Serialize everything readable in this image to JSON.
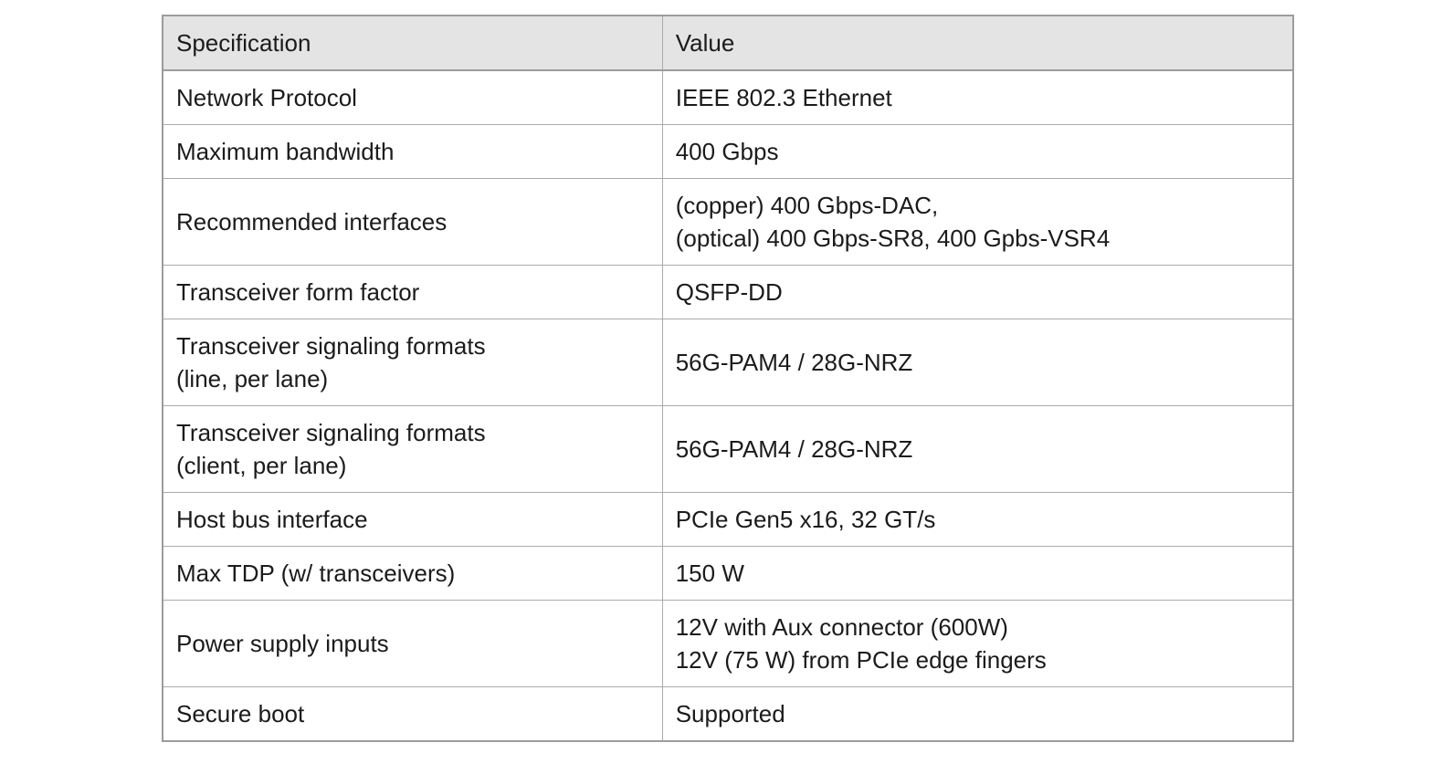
{
  "page": {
    "background_color": "#ffffff",
    "text_color": "#1b1b1b",
    "header_bg_color": "#e4e4e4",
    "border_color": "#9c9c9c"
  },
  "table": {
    "header": {
      "spec": "Specification",
      "value": "Value"
    },
    "rows": [
      {
        "spec": [
          "Network Protocol"
        ],
        "value": [
          "IEEE 802.3 Ethernet"
        ]
      },
      {
        "spec": [
          "Maximum bandwidth"
        ],
        "value": [
          "400 Gbps"
        ]
      },
      {
        "spec": [
          "Recommended interfaces"
        ],
        "value": [
          "(copper) 400 Gbps-DAC,",
          "(optical) 400 Gbps-SR8, 400 Gpbs-VSR4"
        ]
      },
      {
        "spec": [
          "Transceiver form factor"
        ],
        "value": [
          "QSFP-DD"
        ]
      },
      {
        "spec": [
          "Transceiver signaling formats",
          "(line, per lane)"
        ],
        "value": [
          "56G-PAM4 / 28G-NRZ"
        ]
      },
      {
        "spec": [
          "Transceiver signaling formats",
          "(client, per lane)"
        ],
        "value": [
          "56G-PAM4 / 28G-NRZ"
        ]
      },
      {
        "spec": [
          "Host bus interface"
        ],
        "value": [
          "PCIe Gen5 x16, 32 GT/s"
        ]
      },
      {
        "spec": [
          "Max TDP (w/ transceivers)"
        ],
        "value": [
          "150 W"
        ]
      },
      {
        "spec": [
          "Power supply inputs"
        ],
        "value": [
          "12V with Aux connector (600W)",
          "12V (75 W) from PCIe edge fingers"
        ]
      },
      {
        "spec": [
          "Secure boot"
        ],
        "value": [
          "Supported"
        ]
      }
    ]
  }
}
